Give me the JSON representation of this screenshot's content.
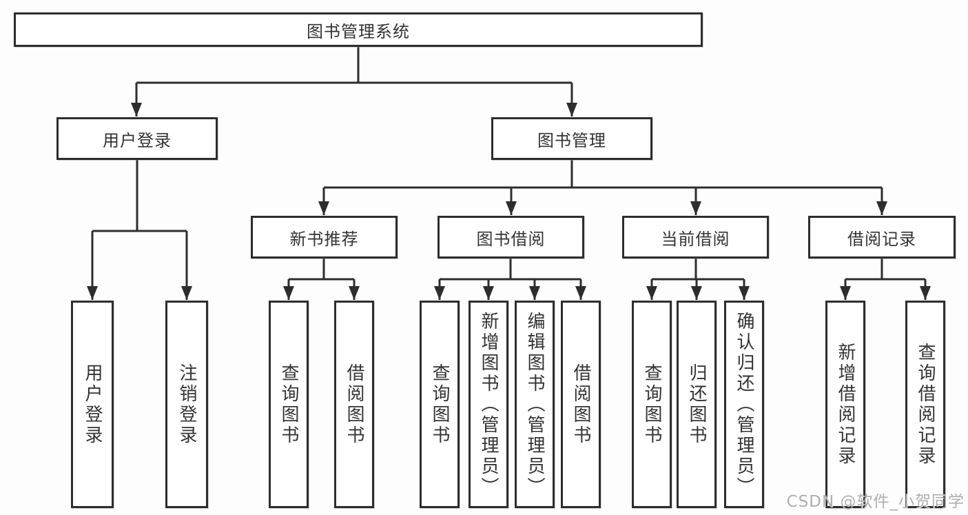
{
  "diagram": {
    "title": "图书管理系统",
    "branches": [
      {
        "label": "用户登录",
        "children": [
          {
            "label": "用户登录"
          },
          {
            "label": "注销登录"
          }
        ]
      },
      {
        "label": "图书管理",
        "children": [
          {
            "label": "新书推荐",
            "children": [
              {
                "label": "查询图书"
              },
              {
                "label": "借阅图书"
              }
            ]
          },
          {
            "label": "图书借阅",
            "children": [
              {
                "label": "查询图书"
              },
              {
                "label": "新增图书（管理员）"
              },
              {
                "label": "编辑图书（管理员）"
              },
              {
                "label": "借阅图书"
              }
            ]
          },
          {
            "label": "当前借阅",
            "children": [
              {
                "label": "查询图书"
              },
              {
                "label": "归还图书"
              },
              {
                "label": "确认归还（管理员）"
              }
            ]
          },
          {
            "label": "借阅记录",
            "children": [
              {
                "label": "新增借阅记录"
              },
              {
                "label": "查询借阅记录"
              }
            ]
          }
        ]
      }
    ]
  },
  "watermark": {
    "text": "CSDN @软件_小贺同学"
  },
  "colors": {
    "line": "#2d2d2d",
    "box_border": "#2d2d2d",
    "box_fill": "#ffffff",
    "text": "#333333",
    "watermark": "#aeaeae",
    "background": "#fdfdfd"
  }
}
